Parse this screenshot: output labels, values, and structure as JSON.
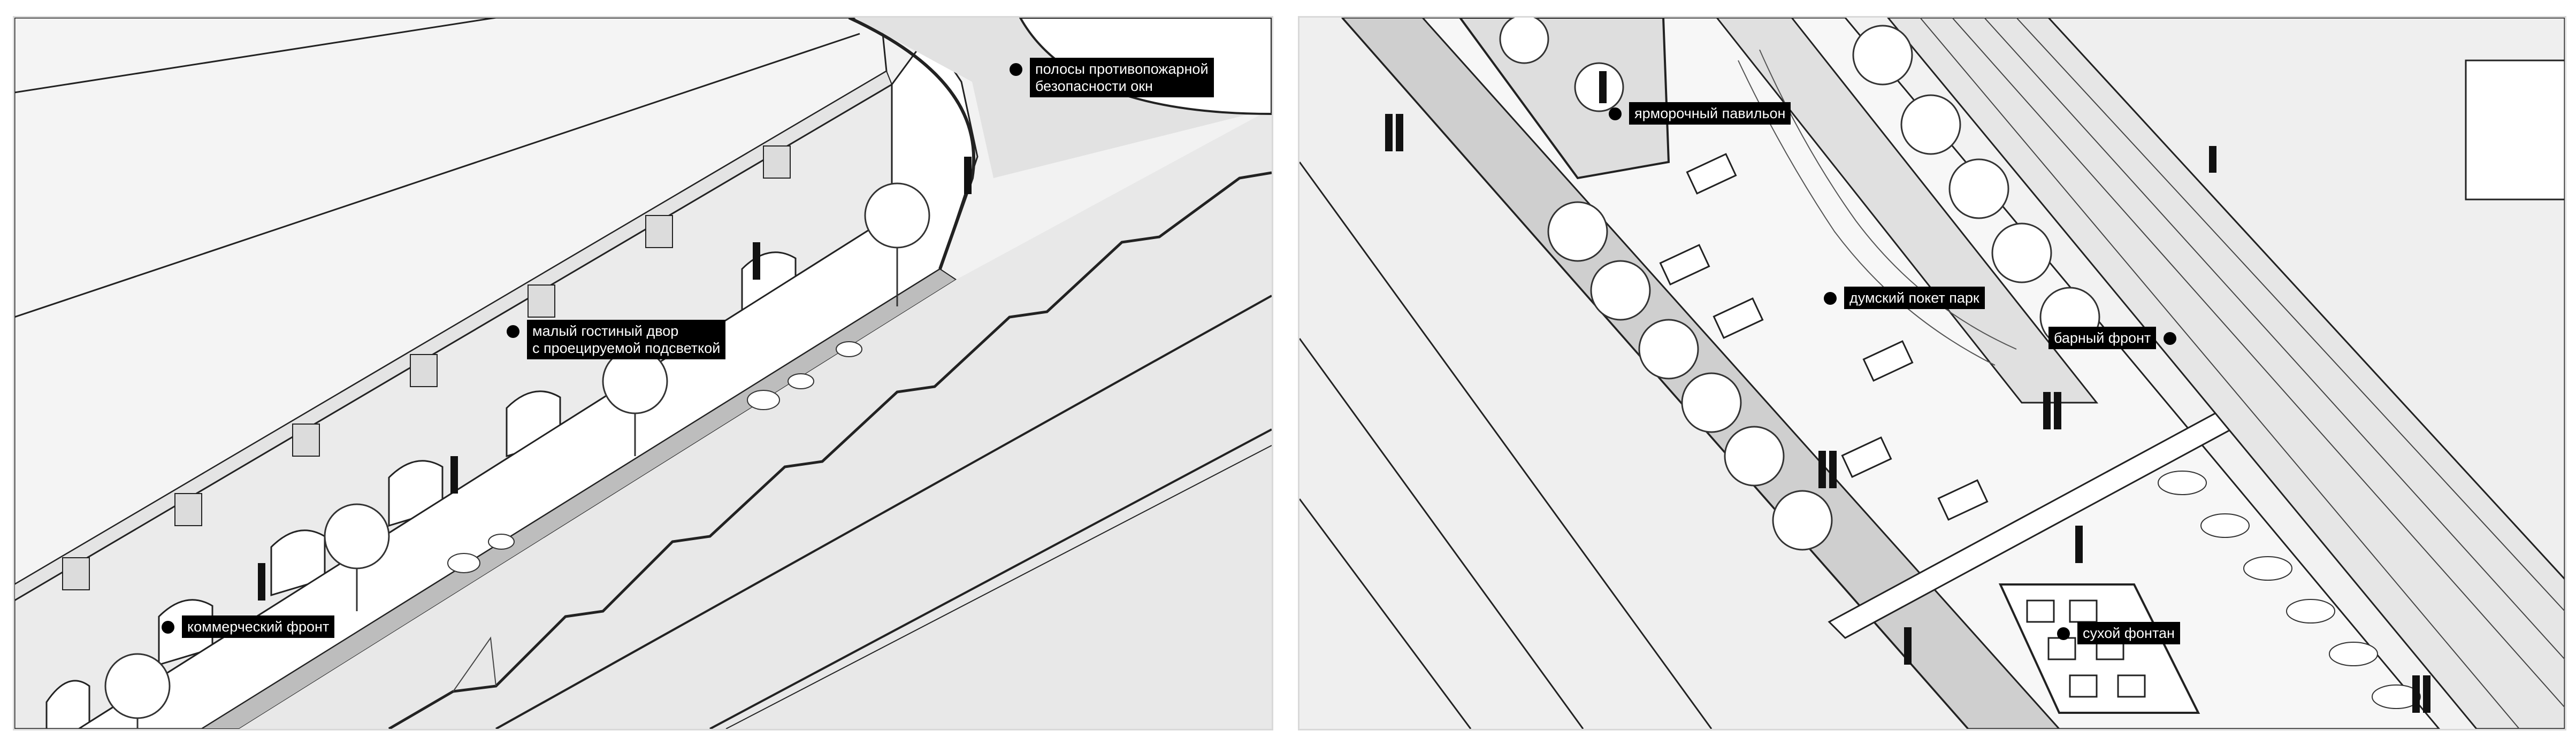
{
  "panel_left": {
    "callouts": [
      {
        "text": "полосы противопожарной\nбезопасности окн"
      },
      {
        "text": "малый гостиный двор\nс проецируемой подсветкой"
      },
      {
        "text": "коммерческий фронт"
      }
    ]
  },
  "panel_right": {
    "callouts": [
      {
        "text": "ярморочный павильон"
      },
      {
        "text": "думский покет парк"
      },
      {
        "text": "барный фронт"
      },
      {
        "text": "сухой фонтан"
      }
    ]
  }
}
